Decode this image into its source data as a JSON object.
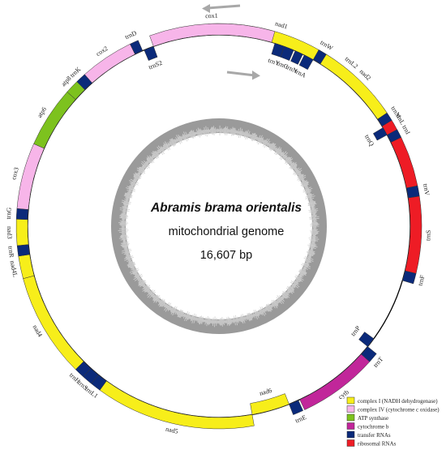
{
  "genome": {
    "species": "Abramis brama orientalis",
    "subtitle": "mitochondrial genome",
    "length": "16,607 bp"
  },
  "colors": {
    "complex_I": "#f7ee1a",
    "complex_IV": "#f7b5e9",
    "atp": "#7dc21e",
    "cytb": "#c1269a",
    "trna": "#0b2a7a",
    "rrna": "#ee1c25",
    "backbone": "#000000",
    "gc_ring": "#9a9a9a",
    "gc_light": "#d2d2d2",
    "arrow": "#a8a8a8"
  },
  "legend": [
    {
      "label": "complex I (NADH dehydrogenase)",
      "color": "#f7ee1a"
    },
    {
      "label": "complex IV (cytochrome c oxidase)",
      "color": "#f7b5e9"
    },
    {
      "label": "ATP synthase",
      "color": "#7dc21e"
    },
    {
      "label": "cytochrome b",
      "color": "#c1269a"
    },
    {
      "label": "transfer RNAs",
      "color": "#0b2a7a"
    },
    {
      "label": "ribosomal RNAs",
      "color": "#ee1c25"
    }
  ],
  "genes": [
    {
      "name": "nad1",
      "start": 0.0,
      "end": 40.5,
      "strand": "outer",
      "kind": "complex_I"
    },
    {
      "name": "trnL2",
      "start": 40.5,
      "end": 43.5,
      "strand": "outer",
      "kind": "trna"
    },
    {
      "name": "trnL",
      "start": 43.5,
      "end": 81.5,
      "strand": "outer",
      "kind": "rrna"
    },
    {
      "name": "trnV",
      "start": 81.5,
      "end": 84.5,
      "strand": "outer",
      "kind": "trna"
    },
    {
      "name": "trnS",
      "start": 84.5,
      "end": 106.5,
      "strand": "outer",
      "kind": "rrna"
    },
    {
      "name": "trnF",
      "start": 106.5,
      "end": 109.5,
      "strand": "outer",
      "kind": "trna"
    },
    {
      "name": "trnP",
      "start": 129.0,
      "end": 132.0,
      "strand": "inner",
      "kind": "trna"
    },
    {
      "name": "trnT",
      "start": 132.0,
      "end": 135.0,
      "strand": "outer",
      "kind": "trna"
    },
    {
      "name": "cytb",
      "start": 135.0,
      "end": 158.0,
      "strand": "outer",
      "kind": "cytb"
    },
    {
      "name": "trnE",
      "start": 158.5,
      "end": 161.5,
      "strand": "outer",
      "kind": "trna"
    },
    {
      "name": "nad6",
      "start": 161.5,
      "end": 173.0,
      "strand": "inner",
      "kind": "complex_I"
    },
    {
      "name": "nad5",
      "start": 173.0,
      "end": 219.0,
      "strand": "outer",
      "kind": "complex_I"
    },
    {
      "name": "trnL1",
      "start": 219.0,
      "end": 222.0,
      "strand": "outer",
      "kind": "trna"
    },
    {
      "name": "trnS",
      "start": 222.0,
      "end": 225.0,
      "strand": "outer",
      "kind": "trna"
    },
    {
      "name": "trnH",
      "start": 225.0,
      "end": 228.0,
      "strand": "outer",
      "kind": "trna"
    },
    {
      "name": "nad4",
      "start": 228.0,
      "end": 258.0,
      "strand": "outer",
      "kind": "complex_I"
    },
    {
      "name": "nad4L",
      "start": 258.0,
      "end": 264.5,
      "strand": "outer",
      "kind": "complex_I"
    },
    {
      "name": "trnR",
      "start": 264.5,
      "end": 267.5,
      "strand": "outer",
      "kind": "trna"
    },
    {
      "name": "nad3",
      "start": 267.5,
      "end": 275.0,
      "strand": "outer",
      "kind": "complex_I"
    },
    {
      "name": "trnG",
      "start": 275.0,
      "end": 278.0,
      "strand": "outer",
      "kind": "trna"
    },
    {
      "name": "cox3",
      "start": 278.0,
      "end": 297.0,
      "strand": "outer",
      "kind": "complex_IV"
    },
    {
      "name": "atp6",
      "start": 297.0,
      "end": 314.5,
      "strand": "outer",
      "kind": "atp"
    },
    {
      "name": "atp8",
      "start": 314.5,
      "end": 318.5,
      "strand": "outer",
      "kind": "atp"
    },
    {
      "name": "trnK",
      "start": 318.5,
      "end": 321.5,
      "strand": "outer",
      "kind": "trna"
    },
    {
      "name": "cox2",
      "start": 321.5,
      "end": 337.0,
      "strand": "outer",
      "kind": "complex_IV"
    },
    {
      "name": "trnD",
      "start": 337.0,
      "end": 339.5,
      "strand": "outer",
      "kind": "trna"
    },
    {
      "name": "trnS2",
      "start": 340.0,
      "end": 343.0,
      "strand": "inner",
      "kind": "trna"
    },
    {
      "name": "cox1",
      "start": 343.0,
      "end": 379.0,
      "strand": "outer",
      "kind": "complex_IV"
    },
    {
      "name": "trnY",
      "start": 380.0,
      "end": 383.0,
      "strand": "inner",
      "kind": "trna"
    },
    {
      "name": "trnC",
      "start": 383.0,
      "end": 386.0,
      "strand": "inner",
      "kind": "trna"
    },
    {
      "name": "trnN",
      "start": 386.5,
      "end": 389.0,
      "strand": "inner",
      "kind": "trna"
    },
    {
      "name": "trnA",
      "start": 389.5,
      "end": 392.5,
      "strand": "inner",
      "kind": "trna"
    },
    {
      "name": "trnW",
      "start": 392.5,
      "end": 395.0,
      "strand": "outer",
      "kind": "trna"
    },
    {
      "name": "nad2",
      "start": 395.0,
      "end": 419.0,
      "strand": "outer",
      "kind": "complex_I"
    },
    {
      "name": "trnM",
      "start": 419.0,
      "end": 421.5,
      "strand": "outer",
      "kind": "trna"
    },
    {
      "name": "trnQ",
      "start": 422.0,
      "end": 424.5,
      "strand": "inner",
      "kind": "trna"
    },
    {
      "name": "trnI",
      "start": 424.5,
      "end": 427.0,
      "strand": "outer",
      "kind": "trna"
    }
  ]
}
